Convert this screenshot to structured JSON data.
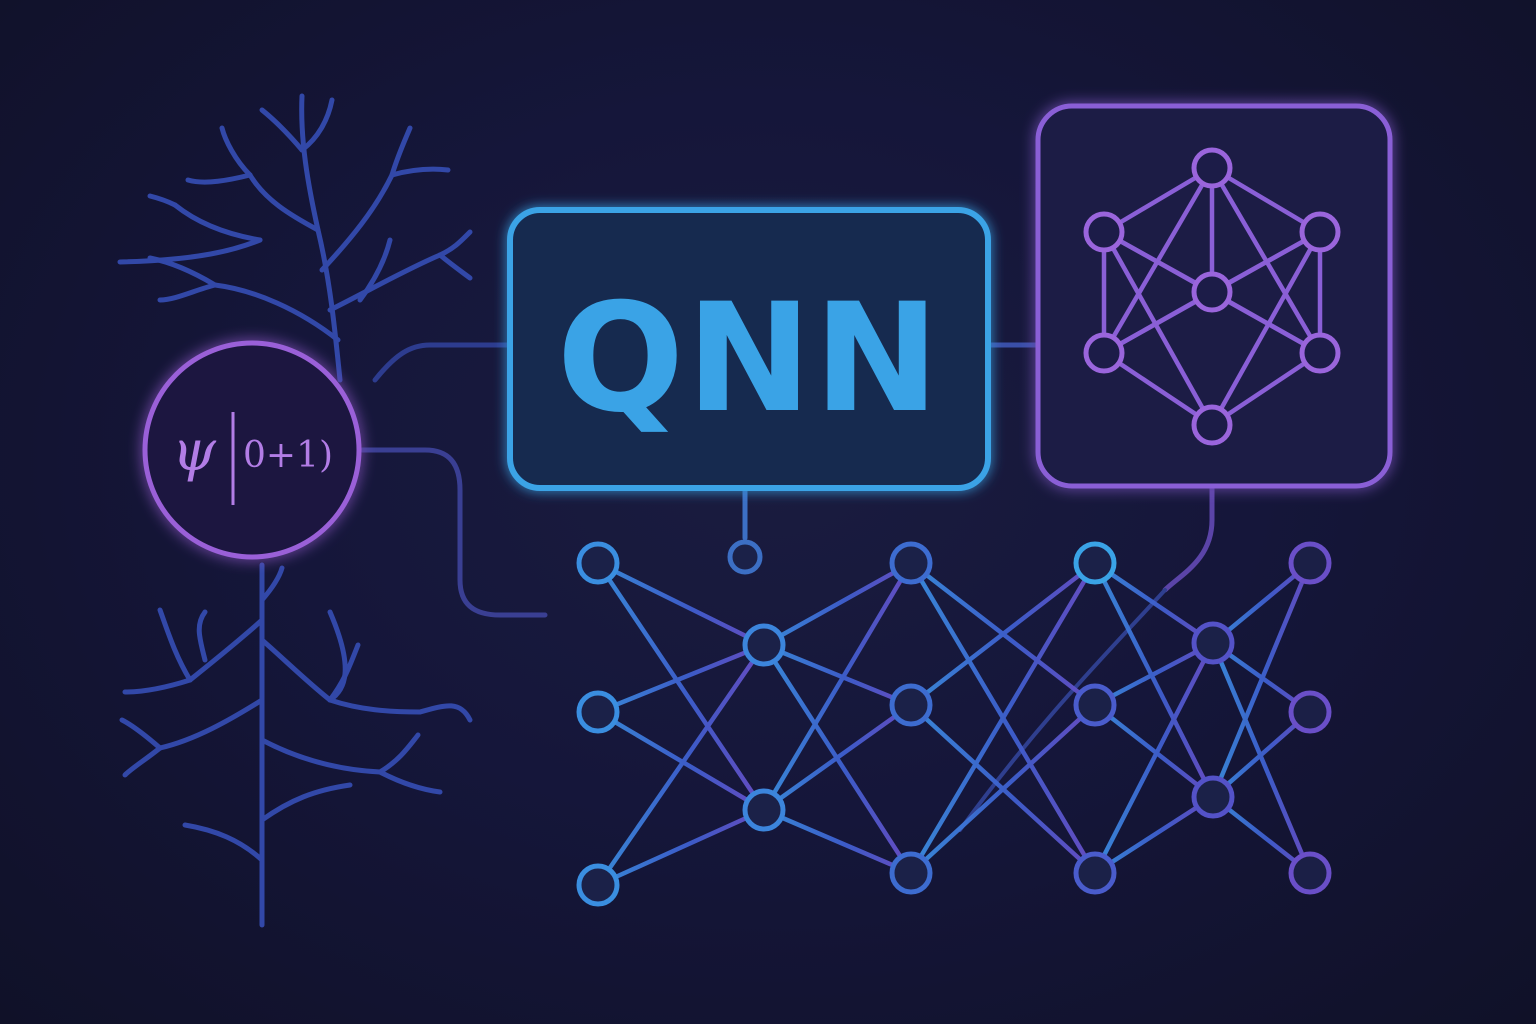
{
  "title_box": {
    "label": "QNN"
  },
  "quantum_state": {
    "psi": "ψ",
    "bar": "|",
    "ket": "0+1)"
  },
  "colors": {
    "background": "#13142e",
    "blue": "#3aa3e6",
    "blue_dim": "#2f5fc4",
    "purple": "#8a5fd6",
    "purple_light": "#a06ad8",
    "branch": "#3248a8",
    "node_fill": "#1b2148"
  },
  "icons": {
    "left_tree": "branching-tree-icon",
    "bottom_tree": "branching-tree-icon",
    "psi_circle": "quantum-state-icon",
    "network_box": "neural-network-icon",
    "main_network": "neural-network-icon"
  }
}
